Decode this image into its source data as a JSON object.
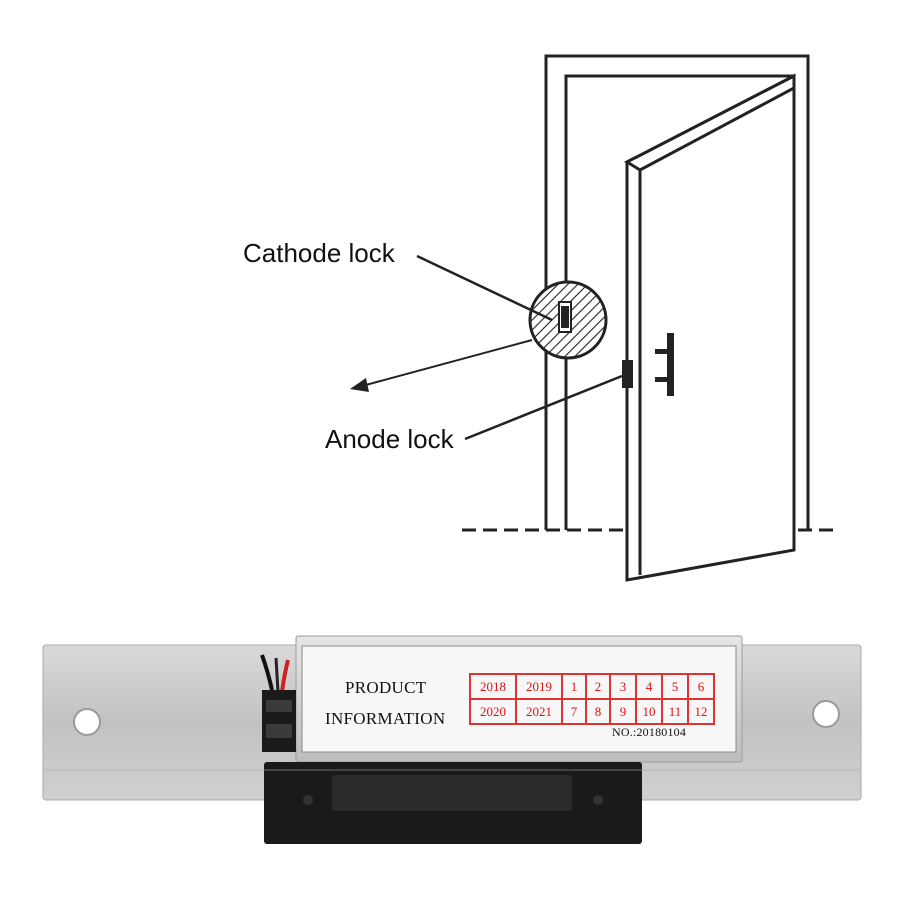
{
  "diagram": {
    "cathode_label": "Cathode lock",
    "anode_label": "Anode lock"
  },
  "product_label": {
    "title_line1": "PRODUCT",
    "title_line2": "INFORMATION",
    "date_cells": [
      "2018",
      "2019",
      "1",
      "2",
      "3",
      "4",
      "5",
      "6",
      "2020",
      "2021",
      "7",
      "8",
      "9",
      "10",
      "11",
      "12"
    ],
    "serial": "NO.:20180104"
  },
  "colors": {
    "line": "#222222",
    "label_red": "#d11111",
    "plate": "#c9c9c9",
    "lock_body": "#1a1a1a"
  }
}
